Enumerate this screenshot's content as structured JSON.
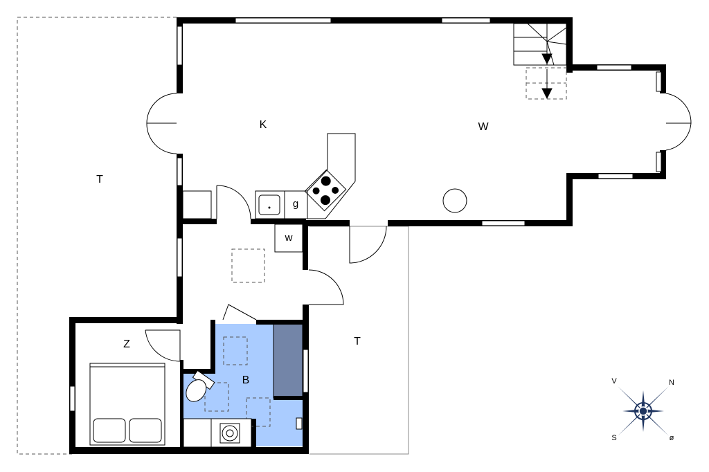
{
  "rooms": {
    "kitchen": "K",
    "living": "W",
    "terrace_left": "T",
    "terrace_right": "T",
    "bedroom": "Z",
    "bathroom": "B",
    "fridge": "g",
    "washer": "w"
  },
  "compass": {
    "west": "V",
    "north": "N",
    "south": "S",
    "east": "ø"
  },
  "colors": {
    "bathroom": "#aaccff",
    "bathtub": "#7385a8",
    "compass": "#1f3560"
  }
}
